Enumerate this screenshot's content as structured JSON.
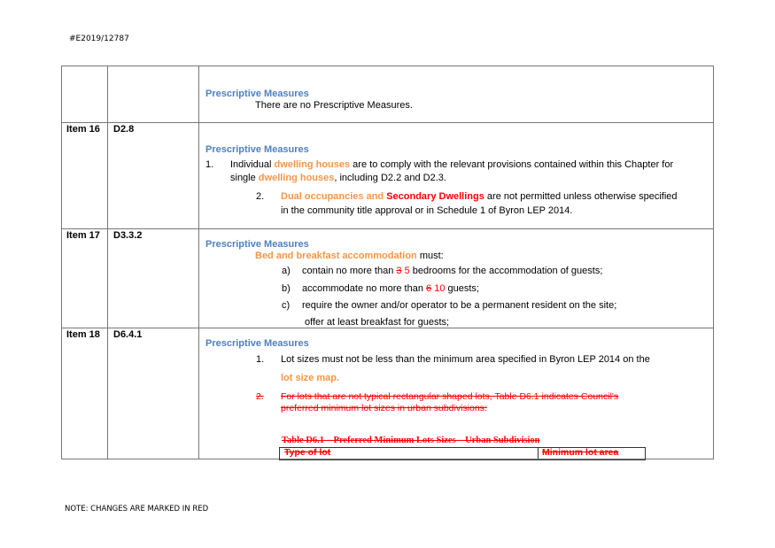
{
  "header": {
    "ref": "#E2019/12787"
  },
  "footer": {
    "note": "NOTE: CHANGES ARE MARKED IN RED"
  },
  "rows": [
    {
      "item": "",
      "clause": "",
      "heading": "Prescriptive Measures",
      "line1": "There are no Prescriptive Measures."
    },
    {
      "item": "Item 16",
      "clause": "D2.8",
      "heading": "Prescriptive Measures",
      "p1_num": "1.",
      "p1_a": "Individual ",
      "p1_b": "dwelling houses",
      "p1_c": " are to comply with the relevant provisions contained within this Chapter for",
      "p1_d": "single ",
      "p1_e": "dwelling houses",
      "p1_f": ", including D2.2 and D2.3.",
      "p2_num": "2.",
      "p2_a": "Dual occupancies and ",
      "p2_b": "Secondary Dwellings",
      "p2_c": " are not permitted unless otherwise specified",
      "p2_d": "in the community title approval or in Schedule 1 of Byron LEP 2014."
    },
    {
      "item": "Item 17",
      "clause": "D3.3.2",
      "heading": "Prescriptive Measures",
      "intro_a": "Bed and breakfast accommodation",
      "intro_b": " must:",
      "a_lbl": "a)",
      "a_1": "contain no more than ",
      "a_old": "3",
      "a_new": "5",
      "a_2": " bedrooms for the accommodation of guests;",
      "b_lbl": "b)",
      "b_1": "accommodate no more than ",
      "b_old": "6",
      "b_new": "10",
      "b_2": " guests;",
      "c_lbl": "c)",
      "c_1": "require the owner and/or operator to be a permanent resident on the site;",
      "c_2": "offer at least breakfast for guests;"
    },
    {
      "item": "Item 18",
      "clause": "D6.4.1",
      "heading": "Prescriptive Measures",
      "p1_num": "1.",
      "p1_a": "Lot sizes must not be less than the minimum area specified in Byron LEP 2014 on the",
      "p1_b": "lot size map",
      "p1_c": ".",
      "p2_num": "2.",
      "p2_a": "For lots that are not typical rectangular shaped lots, Table D6.1 indicates Council's",
      "p2_b": "preferred minimum lot sizes in urban subdivisions:",
      "table_title": "Table D6.1 – Preferred Minimum Lots Sizes – Urban Subdivision",
      "col1": "Type of lot",
      "col2": "Minimum lot area"
    }
  ]
}
